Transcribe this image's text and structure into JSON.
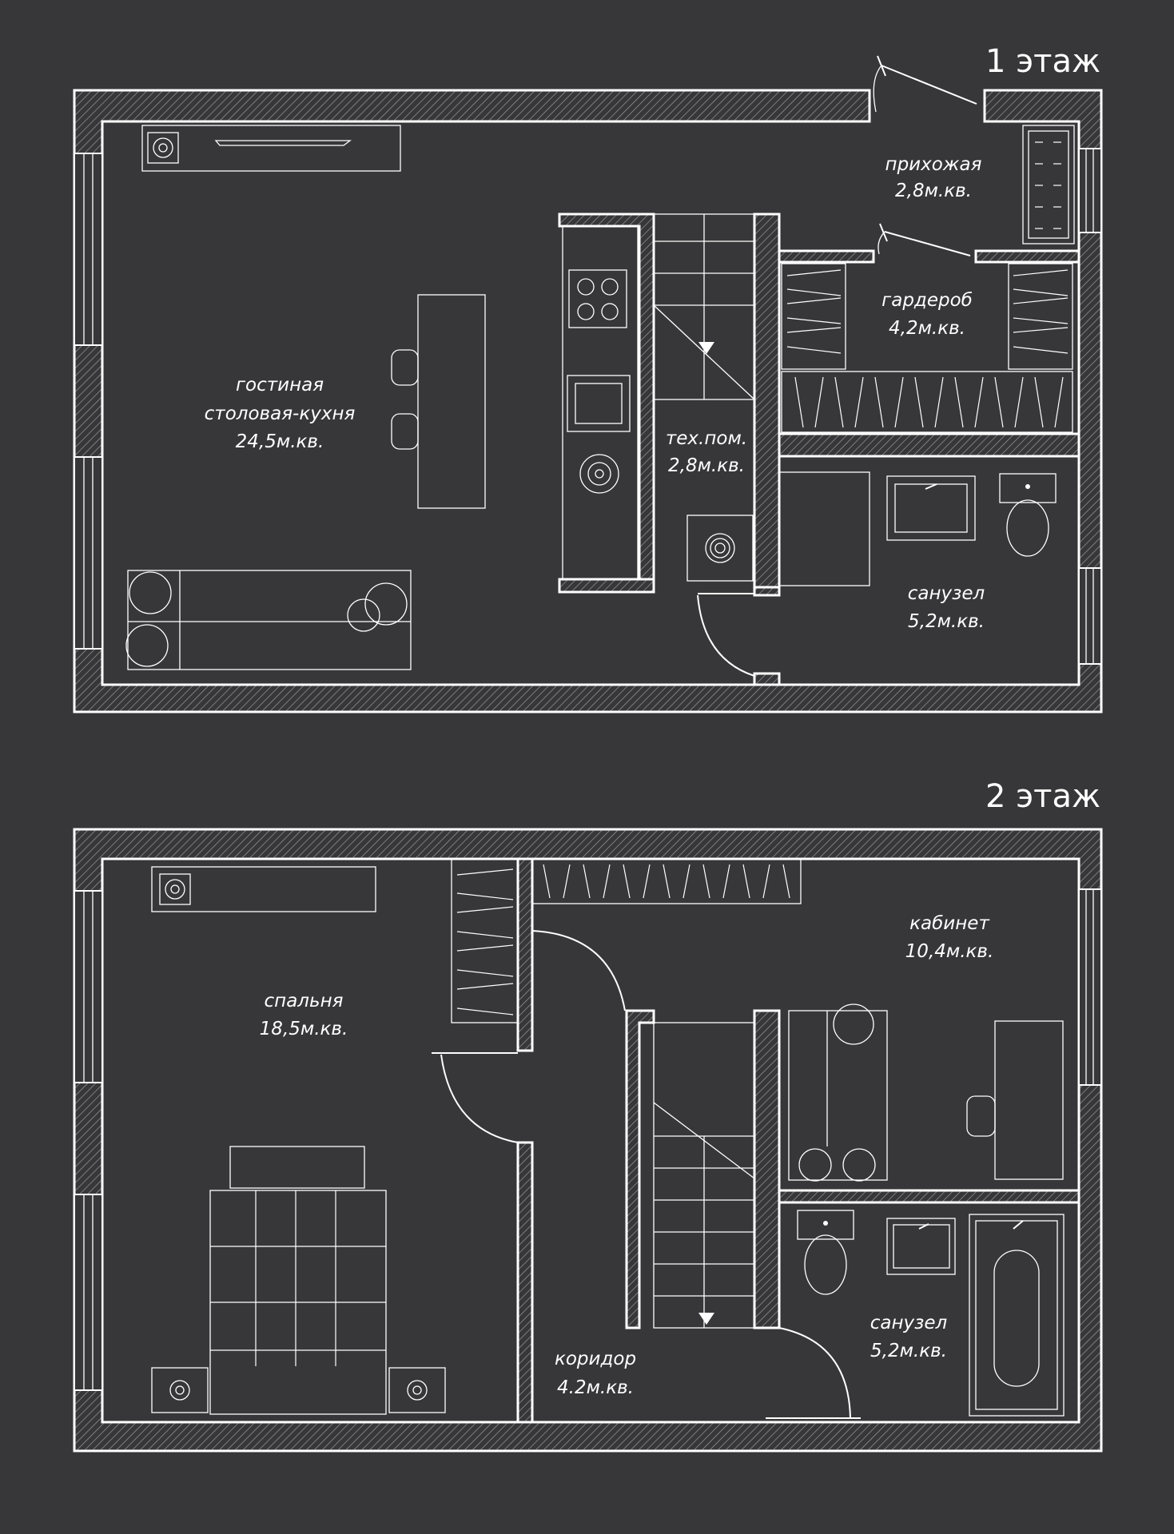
{
  "floors": [
    {
      "title": "1 этаж",
      "rooms": [
        {
          "name": "гостиная",
          "name2": "столовая-кухня",
          "area": "24,5м.кв."
        },
        {
          "name": "прихожая",
          "area": "2,8м.кв."
        },
        {
          "name": "гардероб",
          "area": "4,2м.кв."
        },
        {
          "name": "тех.пом.",
          "area": "2,8м.кв."
        },
        {
          "name": "санузел",
          "area": "5,2м.кв."
        }
      ]
    },
    {
      "title": "2 этаж",
      "rooms": [
        {
          "name": "спальня",
          "area": "18,5м.кв."
        },
        {
          "name": "кабинет",
          "area": "10,4м.кв."
        },
        {
          "name": "коридор",
          "area": "4.2м.кв."
        },
        {
          "name": "санузел",
          "area": "5,2м.кв."
        }
      ]
    }
  ],
  "colors": {
    "background": "#373739",
    "lines": "#ffffff"
  }
}
